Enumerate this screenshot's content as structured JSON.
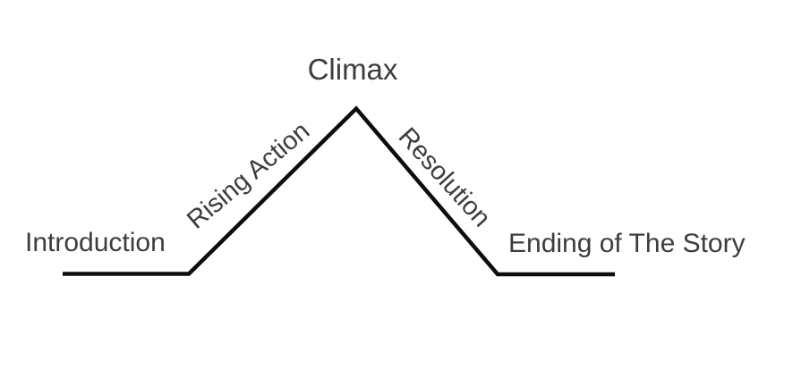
{
  "diagram": {
    "type": "story-plot-arc",
    "labels": {
      "climax": "Climax",
      "introduction": "Introduction",
      "rising_action": "Rising Action",
      "resolution": "Resolution",
      "ending": "Ending of The Story"
    },
    "line_points": "70,306.5 211,306.5 398,121.5 556,307 687,307",
    "colors": {
      "line": "#0d0d0d",
      "text": "#3d3d3d",
      "background": "#ffffff"
    }
  }
}
